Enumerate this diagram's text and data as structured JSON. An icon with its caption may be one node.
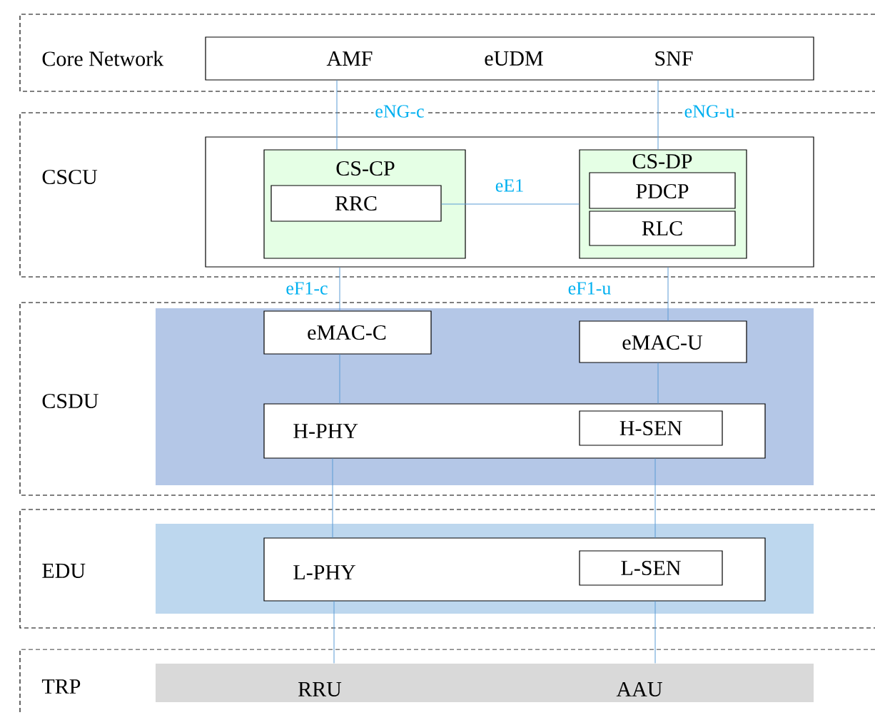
{
  "diagram": {
    "nodes": [
      {
        "text": [
          "Core Network"
        ]
      },
      {
        "text": [
          "AMF",
          "eUDM",
          "SNF"
        ],
        "in": 0
      },
      {
        "text": [
          "CSCU"
        ]
      },
      {
        "text": [],
        "shape": "box",
        "in": 2
      },
      {
        "text": [
          "CS-CP"
        ],
        "in": 3
      },
      {
        "text": [
          "RRC"
        ],
        "in": 4
      },
      {
        "text": [
          "CS-DP"
        ],
        "in": 3
      },
      {
        "text": [
          "PDCP"
        ],
        "in": 6
      },
      {
        "text": [
          "RLC"
        ],
        "in": 6
      },
      {
        "text": [
          "CSDU"
        ]
      },
      {
        "text": [],
        "shape": "box",
        "in": 9
      },
      {
        "text": [
          "eMAC-C"
        ],
        "in": 10
      },
      {
        "text": [
          "eMAC-U"
        ],
        "in": 10
      },
      {
        "text": [
          "H-PHY"
        ],
        "in": 10
      },
      {
        "text": [
          "H-SEN"
        ],
        "in": 13
      },
      {
        "text": [
          "EDU"
        ]
      },
      {
        "text": [],
        "shape": "box",
        "in": 15
      },
      {
        "text": [
          "L-PHY"
        ],
        "in": 16
      },
      {
        "text": [
          "L-SEN"
        ],
        "in": 17
      },
      {
        "text": [
          "TRP"
        ]
      },
      {
        "text": [
          "RRU",
          "AAU"
        ],
        "in": 19
      }
    ],
    "edges": [
      {
        "from": 1,
        "to": 4,
        "arrow": "none",
        "label": "eNG-c"
      },
      {
        "from": 1,
        "to": 6,
        "arrow": "none",
        "label": "eNG-u"
      },
      {
        "from": 5,
        "to": 6,
        "arrow": "none",
        "label": "eE1"
      },
      {
        "from": 3,
        "to": 11,
        "arrow": "none",
        "label": "eF1-c"
      },
      {
        "from": 3,
        "to": 12,
        "arrow": "none",
        "label": "eF1-u"
      },
      {
        "from": 11,
        "to": 13,
        "arrow": "none"
      },
      {
        "from": 12,
        "to": 13,
        "arrow": "none"
      },
      {
        "from": 13,
        "to": 17,
        "arrow": "none"
      },
      {
        "from": 13,
        "to": 17,
        "arrow": "none"
      },
      {
        "from": 17,
        "to": 20,
        "arrow": "none"
      },
      {
        "from": 17,
        "to": 20,
        "arrow": "none"
      }
    ]
  }
}
